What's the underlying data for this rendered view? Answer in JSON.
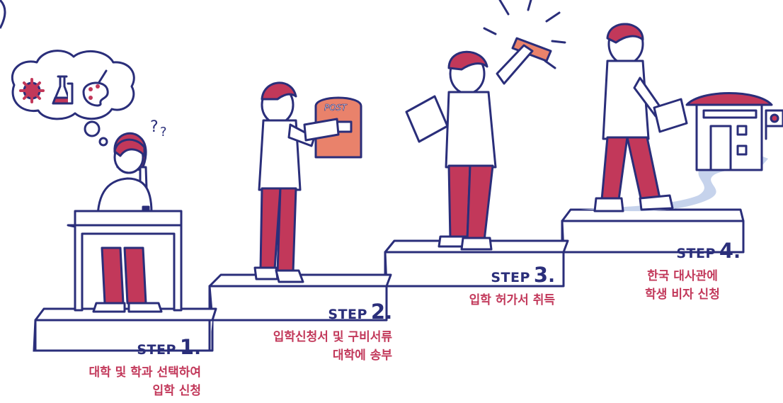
{
  "colors": {
    "navy": "#2a2e7a",
    "crimson": "#c2385a",
    "coral": "#e9826b",
    "path": "#c6d3ec",
    "white": "#ffffff"
  },
  "steps": [
    {
      "word": "STEP",
      "number": "1",
      "dot": ".",
      "desc": [
        "대학 및 학과 선택하여",
        "입학 신청"
      ]
    },
    {
      "word": "STEP",
      "number": "2",
      "dot": ".",
      "desc": [
        "입학신청서 및 구비서류",
        "대학에 송부"
      ]
    },
    {
      "word": "STEP",
      "number": "3",
      "dot": ".",
      "desc": [
        "입학 허가서 취득"
      ]
    },
    {
      "word": "STEP",
      "number": "4",
      "dot": ".",
      "desc": [
        "한국 대사관에",
        "학생 비자 신청"
      ]
    }
  ],
  "illustration": {
    "thought_icons": [
      "gear-icon",
      "flask-icon",
      "palette-icon"
    ],
    "mailbox_text": "POST"
  }
}
